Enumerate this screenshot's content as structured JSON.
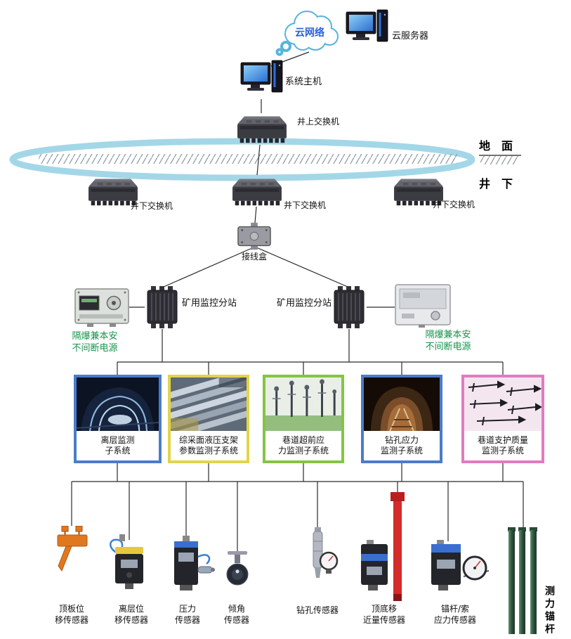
{
  "header": {
    "cloud_label": "云网络",
    "cloud_server_label": "云服务器",
    "system_host_label": "系统主机",
    "surface_switch_label": "井上交换机",
    "ground_label": "地　面",
    "underground_label": "井　下"
  },
  "network": {
    "underground_switch_labels": [
      "井下交换机",
      "井下交换机",
      "井下交换机"
    ],
    "junction_box_label": "接线盒",
    "substation_left_label": "矿用监控分站",
    "substation_right_label": "矿用监控分站",
    "ups_left_label_lines": [
      "隔爆兼本安",
      "不间断电源"
    ],
    "ups_right_label_lines": [
      "隔爆兼本安",
      "不间断电源"
    ]
  },
  "subsystems": [
    {
      "name": "separation-layer-monitoring",
      "border_color": "#4a7cc9",
      "label_lines": [
        "离层监测",
        "子系统"
      ]
    },
    {
      "name": "hydraulic-support-parameter-monitoring",
      "border_color": "#e2d44a",
      "label_lines": [
        "综采面液压支架",
        "参数监测子系统"
      ]
    },
    {
      "name": "roadway-advance-stress-monitoring",
      "border_color": "#84c544",
      "label_lines": [
        "巷道超前应",
        "力监测子系统"
      ]
    },
    {
      "name": "borehole-stress-monitoring",
      "border_color": "#4a7cc9",
      "label_lines": [
        "钻孔应力",
        "监测子系统"
      ]
    },
    {
      "name": "roadway-support-quality-monitoring",
      "border_color": "#e07cc0",
      "label_lines": [
        "巷道支护质量",
        "监测子系统"
      ]
    }
  ],
  "sensors": [
    {
      "name": "roof-displacement-sensor",
      "label_lines": [
        "顶板位",
        "移传感器"
      ]
    },
    {
      "name": "separation-displacement-sensor",
      "label_lines": [
        "离层位",
        "移传感器"
      ]
    },
    {
      "name": "pressure-sensor",
      "label_lines": [
        "压力",
        "传感器"
      ]
    },
    {
      "name": "tilt-sensor",
      "label_lines": [
        "倾角",
        "传感器"
      ]
    },
    {
      "name": "borehole-sensor",
      "label_lines": [
        "钻孔传感器"
      ]
    },
    {
      "name": "roof-floor-convergence-sensor",
      "label_lines": [
        "顶底移",
        "近量传感器"
      ]
    },
    {
      "name": "bolt-cable-stress-sensor",
      "label_lines": [
        "锚杆/索",
        "应力传感器"
      ]
    },
    {
      "name": "force-measuring-bolt",
      "label_lines": [
        "测力锚杆"
      ]
    }
  ],
  "colors": {
    "ring": "#a3d7e8",
    "connector_line": "#2a2a2a",
    "cloud_outline": "#58b4dc",
    "cloud_text": "#2b5fd9",
    "ups_label_text": "#14934a",
    "subsystem_borders": [
      "#4a7cc9",
      "#e2d44a",
      "#84c544",
      "#4a7cc9",
      "#e07cc0"
    ],
    "red_pole": "#d42b2b",
    "orange_sensor": "#e07820",
    "green_rod": "#2e5340"
  },
  "icons": {
    "cloud-icon": "cloud outline",
    "server-computer-icon": "monitor with tower",
    "host-computer-icon": "monitor with tower",
    "network-switch-icon": "dark switch box with ports",
    "junction-box-icon": "gray junction box",
    "substation-icon": "ribbed dark substation",
    "power-supply-icon": "light gray supply cabinet",
    "roof-displacement-sensor-icon": "orange box with spike",
    "separation-displacement-sensor-icon": "dark box with cable",
    "pressure-sensor-icon": "dark box with probe",
    "tilt-sensor-icon": "round puck on bracket",
    "borehole-sensor-icon": "cylindrical probe with gauge",
    "convergence-sensor-icon": "dark box device",
    "red-measuring-pole-icon": "tall red pole",
    "bolt-stress-sensor-icon": "dark box with dial gauge",
    "force-bolt-rods-icon": "three green rods"
  }
}
